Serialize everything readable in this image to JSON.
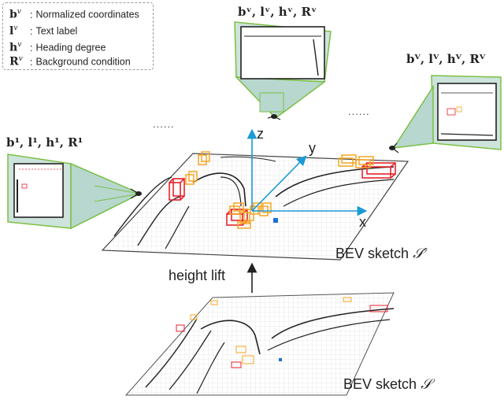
{
  "legend": {
    "items": [
      {
        "symbol": "b",
        "sup": "v",
        "text": "Normalized coordinates"
      },
      {
        "symbol": "l",
        "sup": "v",
        "text": "Text label"
      },
      {
        "symbol": "h",
        "sup": "v",
        "text": "Heading degree"
      },
      {
        "symbol": "R",
        "sup": "v",
        "text": "Background condition"
      }
    ]
  },
  "camera_labels": {
    "first": "b¹, l¹, h¹, R¹",
    "middle": "bᵛ, lᵛ, hᵛ, Rᵛ",
    "last": "bⱽ, lⱽ, hⱽ, Rⱽ"
  },
  "ellipsis": "......",
  "axes": {
    "x": "x",
    "y": "y",
    "z": "z"
  },
  "bev_top_label": "BEV sketch",
  "bev_top_symbol": "𝒮′",
  "bev_bottom_label": "BEV sketch",
  "bev_bottom_symbol": "𝒮",
  "lift_label": "height lift",
  "colors": {
    "camera_frustum": "#b7d7cf",
    "frustum_edge": "#7bc043",
    "axis": "#1b9ad6",
    "box_red": "#e8222d",
    "box_orange": "#f5a623",
    "road_line": "#222222"
  }
}
